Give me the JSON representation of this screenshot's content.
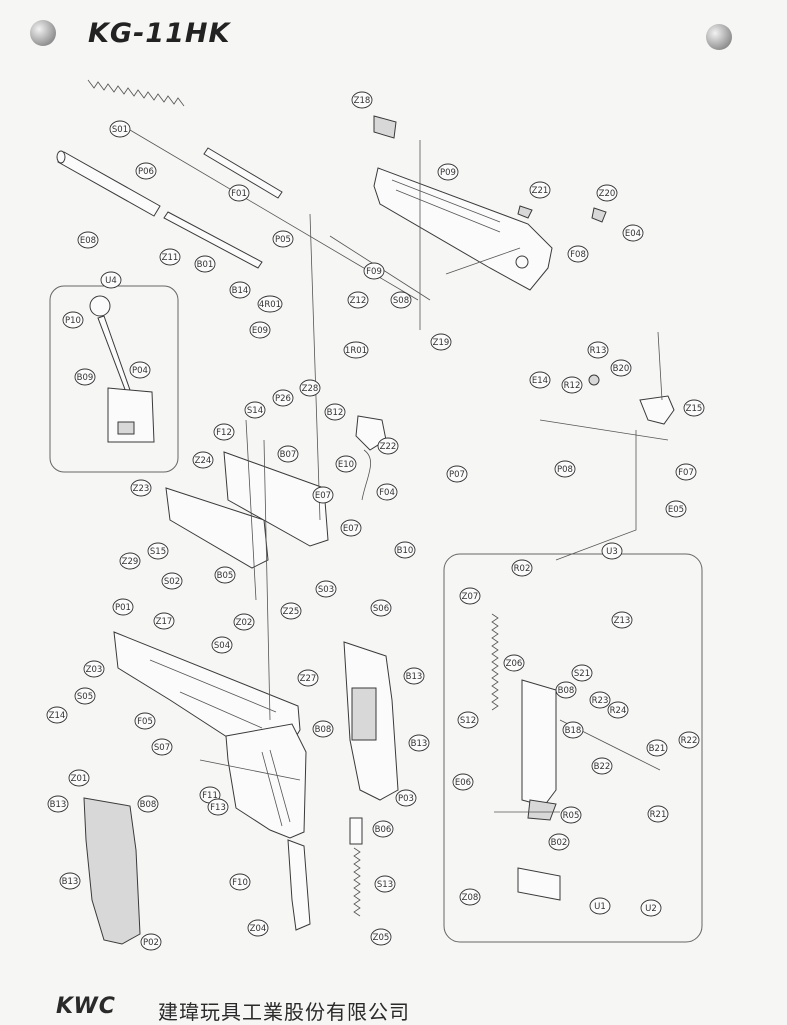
{
  "header": {
    "title": "KG-11HK"
  },
  "footer": {
    "brand": "KWC",
    "company": "建瑋玩具工業股份有限公司"
  },
  "groups": {
    "u4": "U4",
    "u3": "U3"
  },
  "parts": [
    "S01",
    "P06",
    "F01",
    "E08",
    "Z11",
    "B01",
    "P05",
    "Z18",
    "P09",
    "Z21",
    "Z20",
    "E04",
    "F08",
    "F09",
    "S08",
    "Z12",
    "B14",
    "4R01",
    "E09",
    "1R01",
    "Z19",
    "U4",
    "P10",
    "B09",
    "P04",
    "R13",
    "B20",
    "E14",
    "R12",
    "Z15",
    "S14",
    "P26",
    "Z28",
    "B12",
    "F12",
    "B07",
    "Z22",
    "E10",
    "Z24",
    "F04",
    "E07",
    "P07",
    "P08",
    "F07",
    "E05",
    "Z23",
    "E07",
    "B10",
    "Z29",
    "S15",
    "B05",
    "S02",
    "S03",
    "Z25",
    "S06",
    "U3",
    "R02",
    "Z07",
    "Z13",
    "P01",
    "Z17",
    "S04",
    "Z02",
    "Z27",
    "Z03",
    "B13",
    "Z06",
    "S21",
    "R23",
    "S05",
    "B08",
    "R24",
    "Z14",
    "S12",
    "F05",
    "B18",
    "B21",
    "R22",
    "S07",
    "B13",
    "B22",
    "Z01",
    "B08",
    "F11",
    "F13",
    "P03",
    "E06",
    "R05",
    "R21",
    "B13",
    "B08",
    "B06",
    "B02",
    "F10",
    "S13",
    "Z08",
    "U1",
    "U2",
    "B13",
    "P02",
    "Z04",
    "Z05"
  ]
}
